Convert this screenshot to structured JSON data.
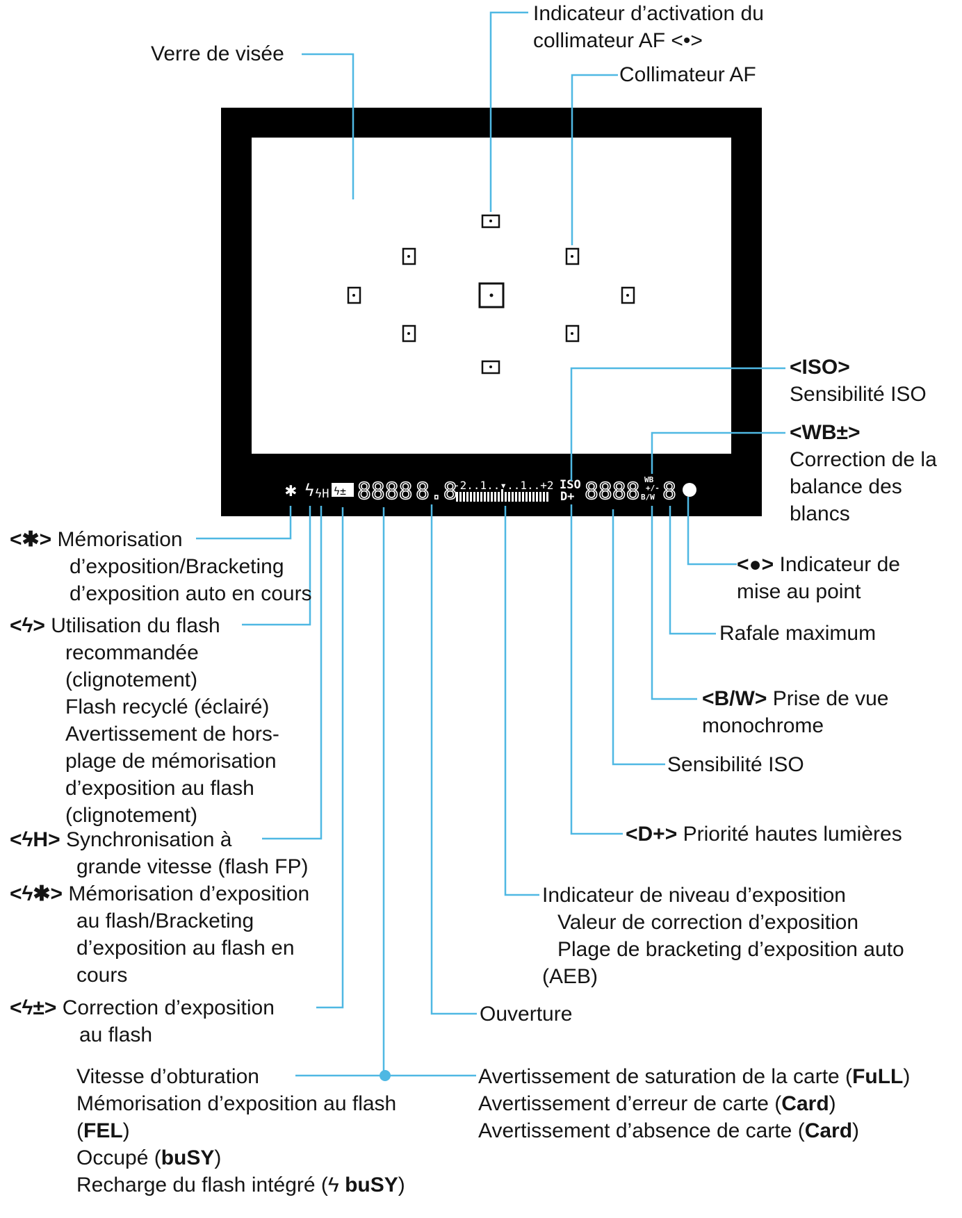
{
  "colors": {
    "line": "#4fb8e3",
    "frame": "#000000",
    "text": "#141414",
    "background": "#ffffff"
  },
  "viewfinder": {
    "af_points": 9,
    "lcd": {
      "fe_lock": "✱",
      "flash": "ϟ",
      "flash_h": "ϟH",
      "fec_icon": "ϟ±",
      "shutter": "8888",
      "aperture": "8.8",
      "scale": "-2..1..▾..1..+2",
      "iso_top": "ISO",
      "iso_bottom": "D+",
      "iso_value": "8888",
      "wb_top": "WB",
      "wb_mid": "+/-",
      "wb_bottom": "B/W",
      "burst": "8",
      "focus": "●"
    }
  },
  "labels": {
    "verre": "Verre de visée",
    "af_activation": [
      "Indicateur d’activation du",
      "collimateur AF <•>"
    ],
    "collimateur": "Collimateur AF",
    "iso_symbol": "<ISO>",
    "iso_text": "Sensibilité ISO",
    "wb_symbol": "<WB±>",
    "wb_text": [
      "Correction de la",
      "balance des",
      "blancs"
    ],
    "focus_symbol": "<●>",
    "focus_text": [
      "Indicateur de",
      "mise au point"
    ],
    "rafale": "Rafale maximum",
    "bw_symbol": "<B/W>",
    "bw_text": [
      "Prise de vue",
      "monochrome"
    ],
    "iso2": "Sensibilité ISO",
    "dplus_symbol": "<D+>",
    "dplus_text": "Priorité hautes lumières",
    "expo_level": [
      "Indicateur de niveau d’exposition",
      "Valeur de correction d’exposition",
      "Plage de bracketing d’exposition auto",
      "(AEB)"
    ],
    "ouverture": "Ouverture",
    "card_warnings": [
      {
        "text": "Avertissement de saturation de la carte (",
        "bold": "FuLL",
        "end": ")"
      },
      {
        "text": "Avertissement d’erreur de carte (",
        "bold": "Card",
        "end": ")"
      },
      {
        "text": "Avertissement d’absence de carte (",
        "bold": "Card",
        "end": ")"
      }
    ],
    "shutter_lines": [
      {
        "text": "Vitesse d’obturation",
        "bold": "",
        "end": ""
      },
      {
        "text": "Mémorisation d’exposition au flash",
        "bold": "",
        "end": ""
      },
      {
        "text": "(",
        "bold": "FEL",
        "end": ")"
      },
      {
        "text": "Occupé (",
        "bold": "buSY",
        "end": ")"
      },
      {
        "text": "Recharge du flash intégré (ϟ ",
        "bold": "buSY",
        "end": ")"
      }
    ],
    "ae_symbol": "<✱>",
    "ae_text": [
      "Mémorisation",
      "d’exposition/Bracketing",
      "d’exposition auto en cours"
    ],
    "flash_symbol": "<ϟ>",
    "flash_text": [
      "Utilisation du flash",
      "recommandée",
      "(clignotement)",
      "Flash recyclé (éclairé)",
      "Avertissement de hors-",
      "plage de mémorisation",
      "d’exposition au flash",
      "(clignotement)"
    ],
    "hss_symbol": "<ϟH>",
    "hss_text": [
      "Synchronisation à",
      "grande vitesse (flash FP)"
    ],
    "fel_symbol": "<ϟ✱>",
    "fel_text": [
      "Mémorisation d’exposition",
      "au flash/Bracketing",
      "d’exposition au flash en",
      "cours"
    ],
    "fec_symbol": "<ϟ±>",
    "fec_text": [
      "Correction d’exposition",
      "au flash"
    ]
  }
}
